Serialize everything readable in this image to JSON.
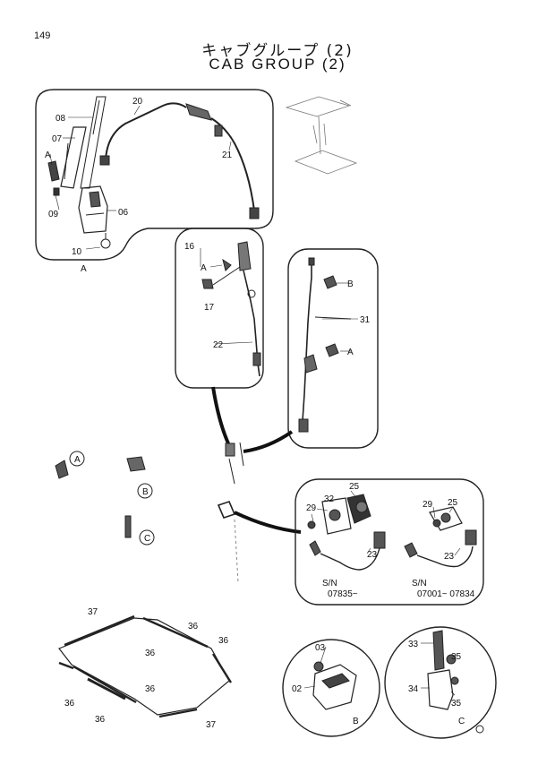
{
  "page": {
    "number": "149"
  },
  "title": {
    "japanese": "キャブグループ (2)",
    "english": "CAB GROUP (2)"
  },
  "callouts": {
    "p08": "08",
    "p07": "07",
    "p20": "20",
    "p21": "21",
    "pA1": "A",
    "p09": "09",
    "p06": "06",
    "p10": "10",
    "pA2": "A",
    "p16": "16",
    "pA3": "A",
    "p17": "17",
    "p22": "22",
    "pB1": "B",
    "p31": "31",
    "pA4": "A",
    "cA": "A",
    "cB": "B",
    "cC": "C",
    "p32": "32",
    "p25a": "25",
    "p29a": "29",
    "p23a": "23",
    "sn1": "S/N",
    "sn1r": "07835~",
    "p29b": "29",
    "p25b": "25",
    "p23b": "23",
    "sn2": "S/N",
    "sn2r": "07001~ 07834",
    "p37a": "37",
    "p36a": "36",
    "p36b": "36",
    "p36c": "36",
    "p36d": "36",
    "p36e": "36",
    "p36f": "36",
    "p37b": "37",
    "p03": "03",
    "p02": "02",
    "pB2": "B",
    "p33": "33",
    "p35a": "35",
    "p34": "34",
    "p35b": "35",
    "pC2": "C"
  }
}
